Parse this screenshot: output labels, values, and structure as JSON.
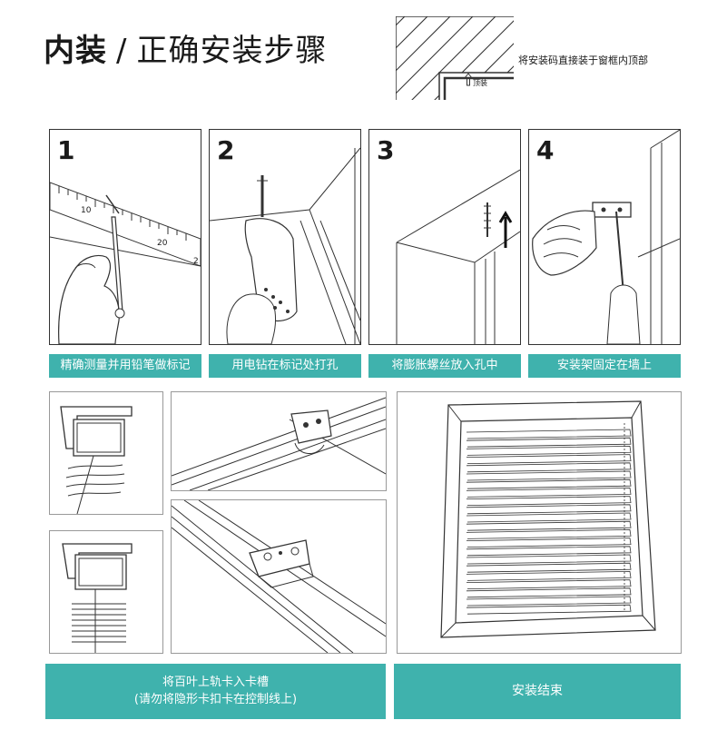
{
  "header": {
    "title_bold": "内装",
    "title_sep": "/",
    "title_sub": "正确安装步骤",
    "note": "将安装码直接装于窗框内顶部",
    "arrow_label": "顶装"
  },
  "steps": [
    {
      "number": "1",
      "caption": "精确测量并用铅笔做标记"
    },
    {
      "number": "2",
      "caption": "用电钻在标记处打孔"
    },
    {
      "number": "3",
      "caption": "将膨胀螺丝放入孔中"
    },
    {
      "number": "4",
      "caption": "安装架固定在墙上"
    }
  ],
  "ruler_labels": [
    "10",
    "20",
    "2"
  ],
  "bottom": {
    "left_caption_line1": "将百叶上轨卡入卡槽",
    "left_caption_line2": "(请勿将隐形卡扣卡在控制线上)",
    "right_caption": "安装结束"
  },
  "colors": {
    "accent": "#3fb2ad",
    "line": "#333333"
  }
}
